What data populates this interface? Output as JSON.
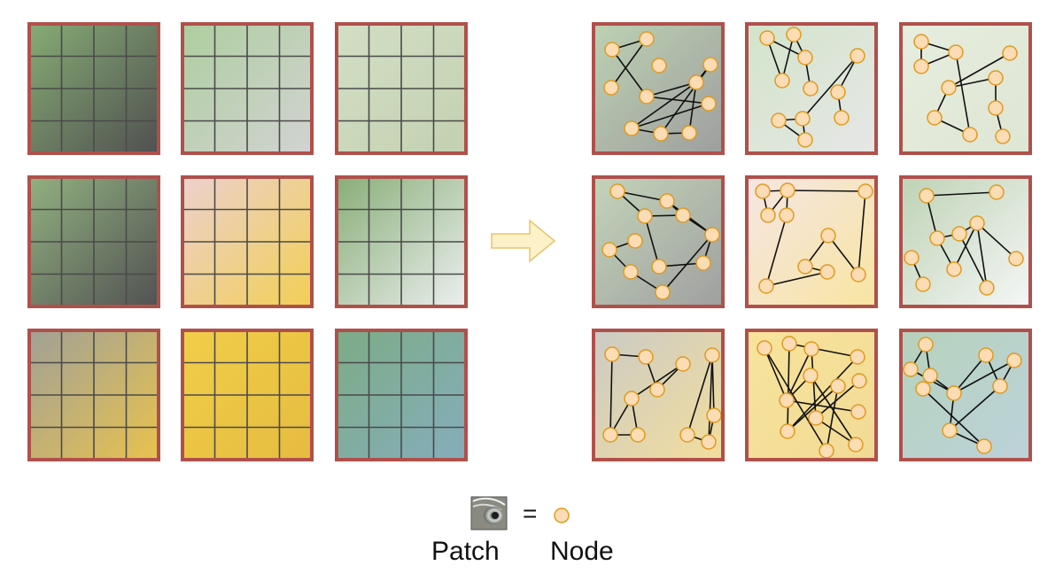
{
  "colors": {
    "tile_border": "#b0504b",
    "grid_line": "#4a4a4a",
    "node_fill": "#fcdcb4",
    "node_stroke": "#e09a1f",
    "edge": "#111111",
    "arrow_fill": "#fdf1c9",
    "arrow_stroke": "#e7c56b"
  },
  "tiles": [
    {
      "name": "top-left",
      "bg": [
        "#6c9a57",
        "#2a2a2a"
      ]
    },
    {
      "name": "top-center",
      "bg": [
        "#9cc48a",
        "#c9c9c9"
      ]
    },
    {
      "name": "top-right",
      "bg": [
        "#c9d8b8",
        "#b6c7a0"
      ]
    },
    {
      "name": "middle-left",
      "bg": [
        "#7aa065",
        "#2c2c2c"
      ]
    },
    {
      "name": "middle-center",
      "bg": [
        "#e9c7c3",
        "#efc530"
      ]
    },
    {
      "name": "middle-right",
      "bg": [
        "#6f9c5a",
        "#e8ecec"
      ]
    },
    {
      "name": "bottom-left",
      "bg": [
        "#8c8c80",
        "#e4b528"
      ]
    },
    {
      "name": "bottom-center",
      "bg": [
        "#efc322",
        "#e0ad17"
      ]
    },
    {
      "name": "bottom-right",
      "bg": [
        "#5f9a6b",
        "#6b9cae"
      ]
    }
  ],
  "legend": {
    "equals": "=",
    "patch_label": "Patch",
    "node_label": "Node",
    "patch_icon": "eye-patch-icon",
    "node_icon": "node-circle-icon"
  },
  "arrow_icon": "right-arrow-icon"
}
